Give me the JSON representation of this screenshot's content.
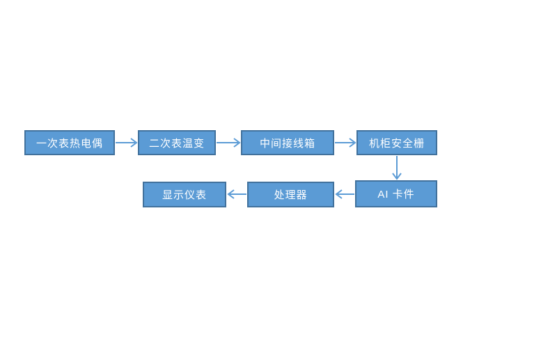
{
  "diagram": {
    "type": "flowchart",
    "nodes": [
      {
        "id": "primary-thermocouple",
        "label": "一次表热电偶"
      },
      {
        "id": "secondary-temp-transmitter",
        "label": "二次表温变"
      },
      {
        "id": "intermediate-junction-box",
        "label": "中间接线箱"
      },
      {
        "id": "cabinet-safety-barrier",
        "label": "机柜安全栅"
      },
      {
        "id": "ai-card",
        "label": "AI 卡件"
      },
      {
        "id": "processor",
        "label": "处理器"
      },
      {
        "id": "display-instrument",
        "label": "显示仪表"
      }
    ],
    "connections": [
      {
        "from": "一次表热电偶",
        "to": "二次表温变",
        "direction": "right"
      },
      {
        "from": "二次表温变",
        "to": "中间接线箱",
        "direction": "right"
      },
      {
        "from": "中间接线箱",
        "to": "机柜安全栅",
        "direction": "right"
      },
      {
        "from": "机柜安全栅",
        "to": "AI 卡件",
        "direction": "down"
      },
      {
        "from": "AI 卡件",
        "to": "处理器",
        "direction": "left"
      },
      {
        "from": "处理器",
        "to": "显示仪表",
        "direction": "left"
      }
    ]
  },
  "colors": {
    "node_fill": "#5B9BD5",
    "node_border": "#41719C",
    "arrow": "#5B9BD5",
    "text": "#FFFFFF",
    "background": "#FFFFFF"
  }
}
